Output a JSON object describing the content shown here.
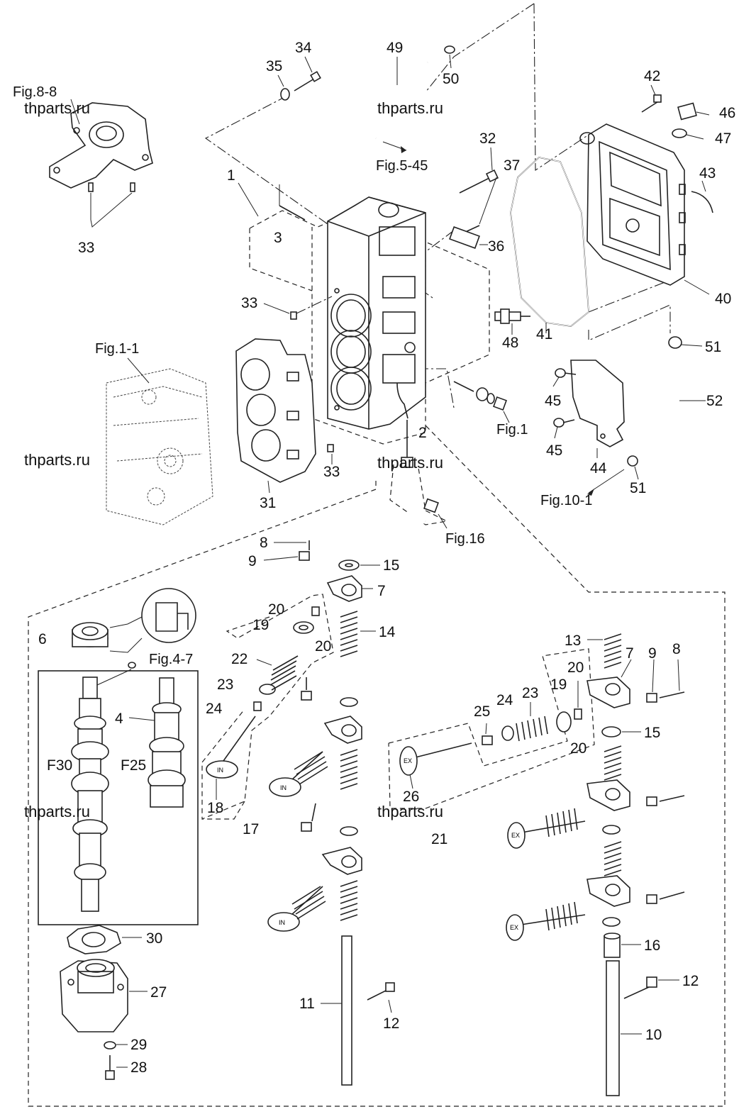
{
  "diagram": {
    "part_numbers": [
      "1",
      "2",
      "3",
      "4",
      "6",
      "7",
      "7",
      "8",
      "8",
      "9",
      "9",
      "10",
      "11",
      "12",
      "12",
      "13",
      "14",
      "15",
      "15",
      "16",
      "17",
      "18",
      "19",
      "19",
      "20",
      "20",
      "20",
      "20",
      "21",
      "22",
      "23",
      "23",
      "24",
      "24",
      "25",
      "26",
      "27",
      "28",
      "29",
      "30",
      "31",
      "32",
      "33",
      "33",
      "33",
      "34",
      "35",
      "36",
      "37",
      "40",
      "41",
      "42",
      "43",
      "44",
      "45",
      "45",
      "46",
      "47",
      "48",
      "49",
      "50",
      "51",
      "51",
      "52"
    ],
    "figure_refs": {
      "fig_8_8": "Fig.8-8",
      "fig_5_45": "Fig.5-45",
      "fig_1_1": "Fig.1-1",
      "fig_1": "Fig.1",
      "fig_16": "Fig.16",
      "fig_10_1": "Fig.10-1",
      "fig_4_7": "Fig.4-7"
    },
    "variants": {
      "f30": "F30",
      "f25": "F25"
    },
    "valve_marks": {
      "intake": "IN",
      "exhaust": "EX"
    },
    "watermark": "thparts.ru"
  }
}
